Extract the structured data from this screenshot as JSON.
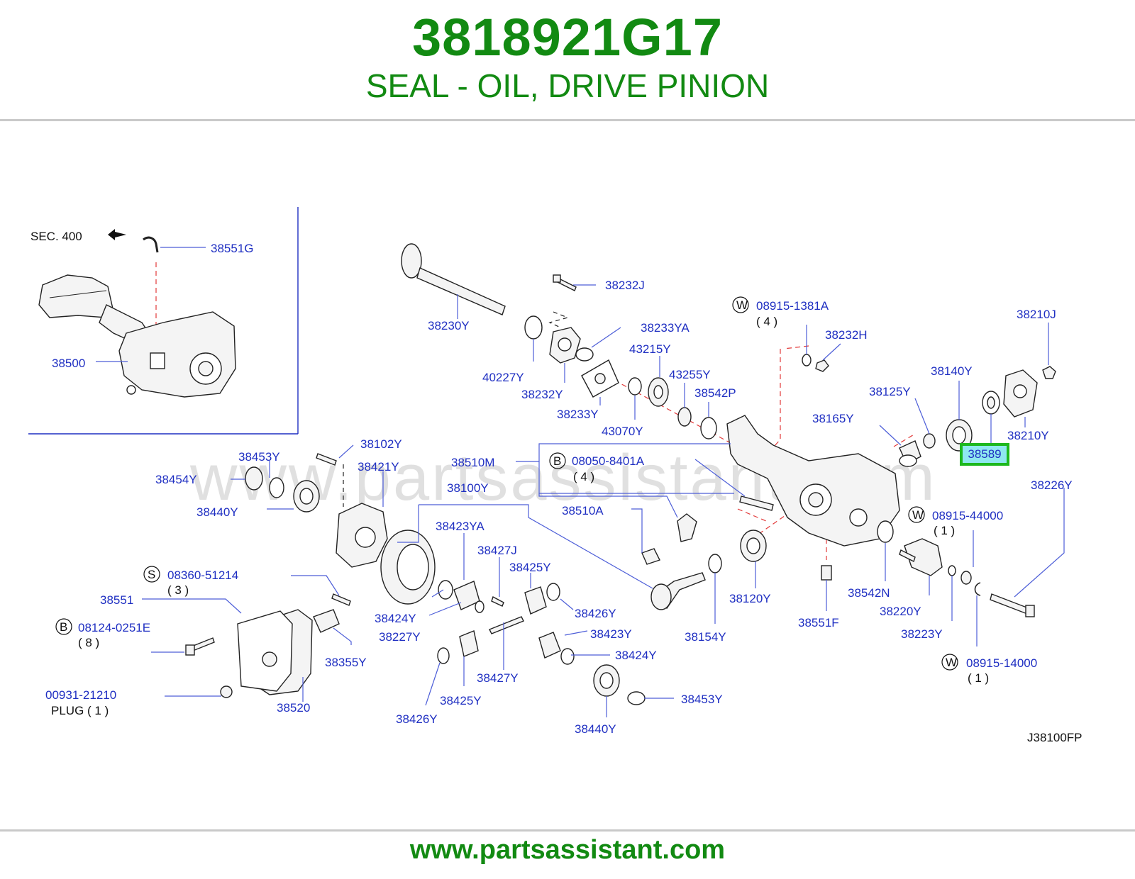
{
  "header": {
    "part_number": "3818921G17",
    "part_name": "SEAL - OIL, DRIVE PINION"
  },
  "footer": {
    "url": "www.partsassistant.com"
  },
  "watermark": "www.partsassistant.com",
  "diagram": {
    "code": "J38100FP",
    "inset": {
      "sec_label": "SEC.   400",
      "labels": [
        "38551G",
        "38500"
      ]
    },
    "highlighted": "38589",
    "labels": {
      "l38230Y": "38230Y",
      "l38232J": "38232J",
      "l38233YA": "38233YA",
      "l40227Y": "40227Y",
      "l38232Y": "38232Y",
      "l43215Y": "43215Y",
      "l43255Y": "43255Y",
      "l38233Y": "38233Y",
      "l38542P": "38542P",
      "l43070Y": "43070Y",
      "w1381A": "08915-1381A",
      "w1381A_q": "( 4 )",
      "l38232H": "38232H",
      "l38210J": "38210J",
      "l38140Y": "38140Y",
      "l38125Y": "38125Y",
      "l38165Y": "38165Y",
      "l38210Y": "38210Y",
      "l38226Y": "38226Y",
      "l38453Y_a": "38453Y",
      "l38102Y": "38102Y",
      "l38454Y": "38454Y",
      "l38421Y": "38421Y",
      "l38440Y_a": "38440Y",
      "l38510M": "38510M",
      "b8401A": "08050-8401A",
      "b8401A_q": "( 4 )",
      "l38100Y": "38100Y",
      "l38510A": "38510A",
      "l38423YA": "38423YA",
      "w44000": "08915-44000",
      "w44000_q": "( 1 )",
      "l38427J": "38427J",
      "l38425Y_a": "38425Y",
      "s51214": "08360-51214",
      "s51214_q": "( 3 )",
      "l38551": "38551",
      "l38424Y_a": "38424Y",
      "l38426Y_a": "38426Y",
      "l38227Y": "38227Y",
      "l38120Y": "38120Y",
      "l38542N": "38542N",
      "l38220Y": "38220Y",
      "b0251E": "08124-0251E",
      "b0251E_q": "( 8 )",
      "l38423Y": "38423Y",
      "l38154Y": "38154Y",
      "l38551F": "38551F",
      "l38223Y": "38223Y",
      "l38355Y": "38355Y",
      "l38424Y_b": "38424Y",
      "w14000": "08915-14000",
      "w14000_q": "( 1 )",
      "l38427Y": "38427Y",
      "plug_no": "00931-21210",
      "plug_txt": "PLUG  ( 1 )",
      "l38520": "38520",
      "l38425Y_b": "38425Y",
      "l38453Y_b": "38453Y",
      "l38426Y_b": "38426Y",
      "l38440Y_b": "38440Y"
    },
    "badges": {
      "w": "W",
      "b": "B",
      "s": "S"
    }
  },
  "colors": {
    "brand_green": "#128a12",
    "label_blue": "#1f2fc2",
    "highlight_border": "#1db81d",
    "highlight_fill": "#8fe8ef"
  }
}
